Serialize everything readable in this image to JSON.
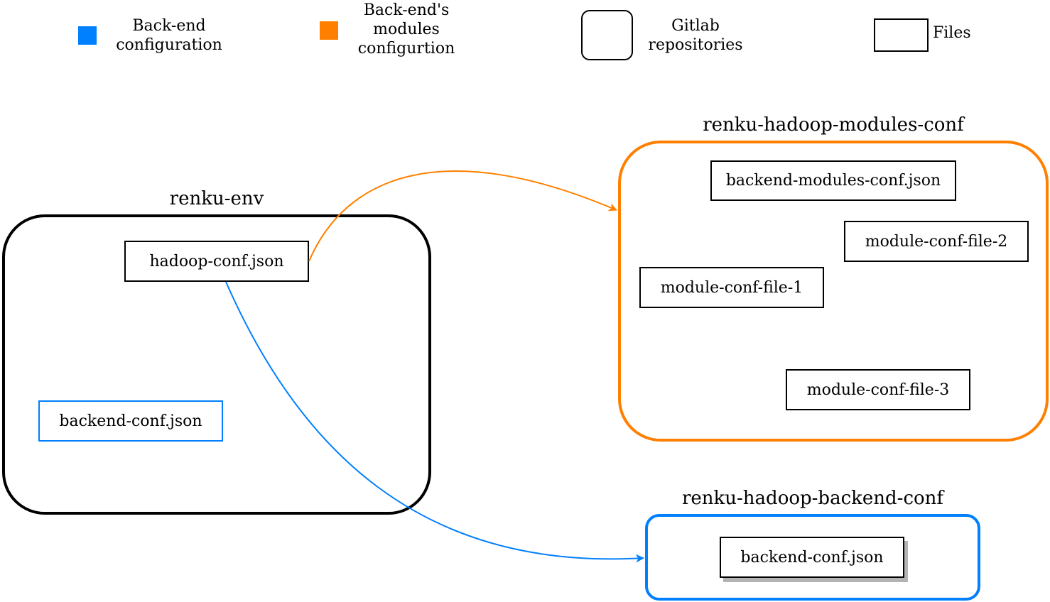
{
  "legend": {
    "backend": {
      "label": "Back-end configuration",
      "line1": "Back-end",
      "line2": "configuration",
      "color": "#007FFF"
    },
    "modules": {
      "label": "Back-end's modules configurtion",
      "line1": "Back-end's",
      "line2": "modules",
      "line3": "configurtion",
      "color": "#FF8000"
    },
    "repos": {
      "line1": "Gitlab",
      "line2": "repositories"
    },
    "files": {
      "label": "Files"
    }
  },
  "repositories": {
    "env": {
      "title": "renku-env",
      "color": "#000000"
    },
    "modules": {
      "title": "renku-hadoop-modules-conf",
      "color": "#FF8000"
    },
    "backend": {
      "title": "renku-hadoop-backend-conf",
      "color": "#007FFF"
    }
  },
  "files": {
    "hadoop_conf": "hadoop-conf.json",
    "backend_conf_env": "backend-conf.json",
    "backend_modules_conf": "backend-modules-conf.json",
    "module_conf_1": "module-conf-file-1",
    "module_conf_2": "module-conf-file-2",
    "module_conf_3": "module-conf-file-3",
    "backend_conf_repo": "backend-conf.json"
  }
}
